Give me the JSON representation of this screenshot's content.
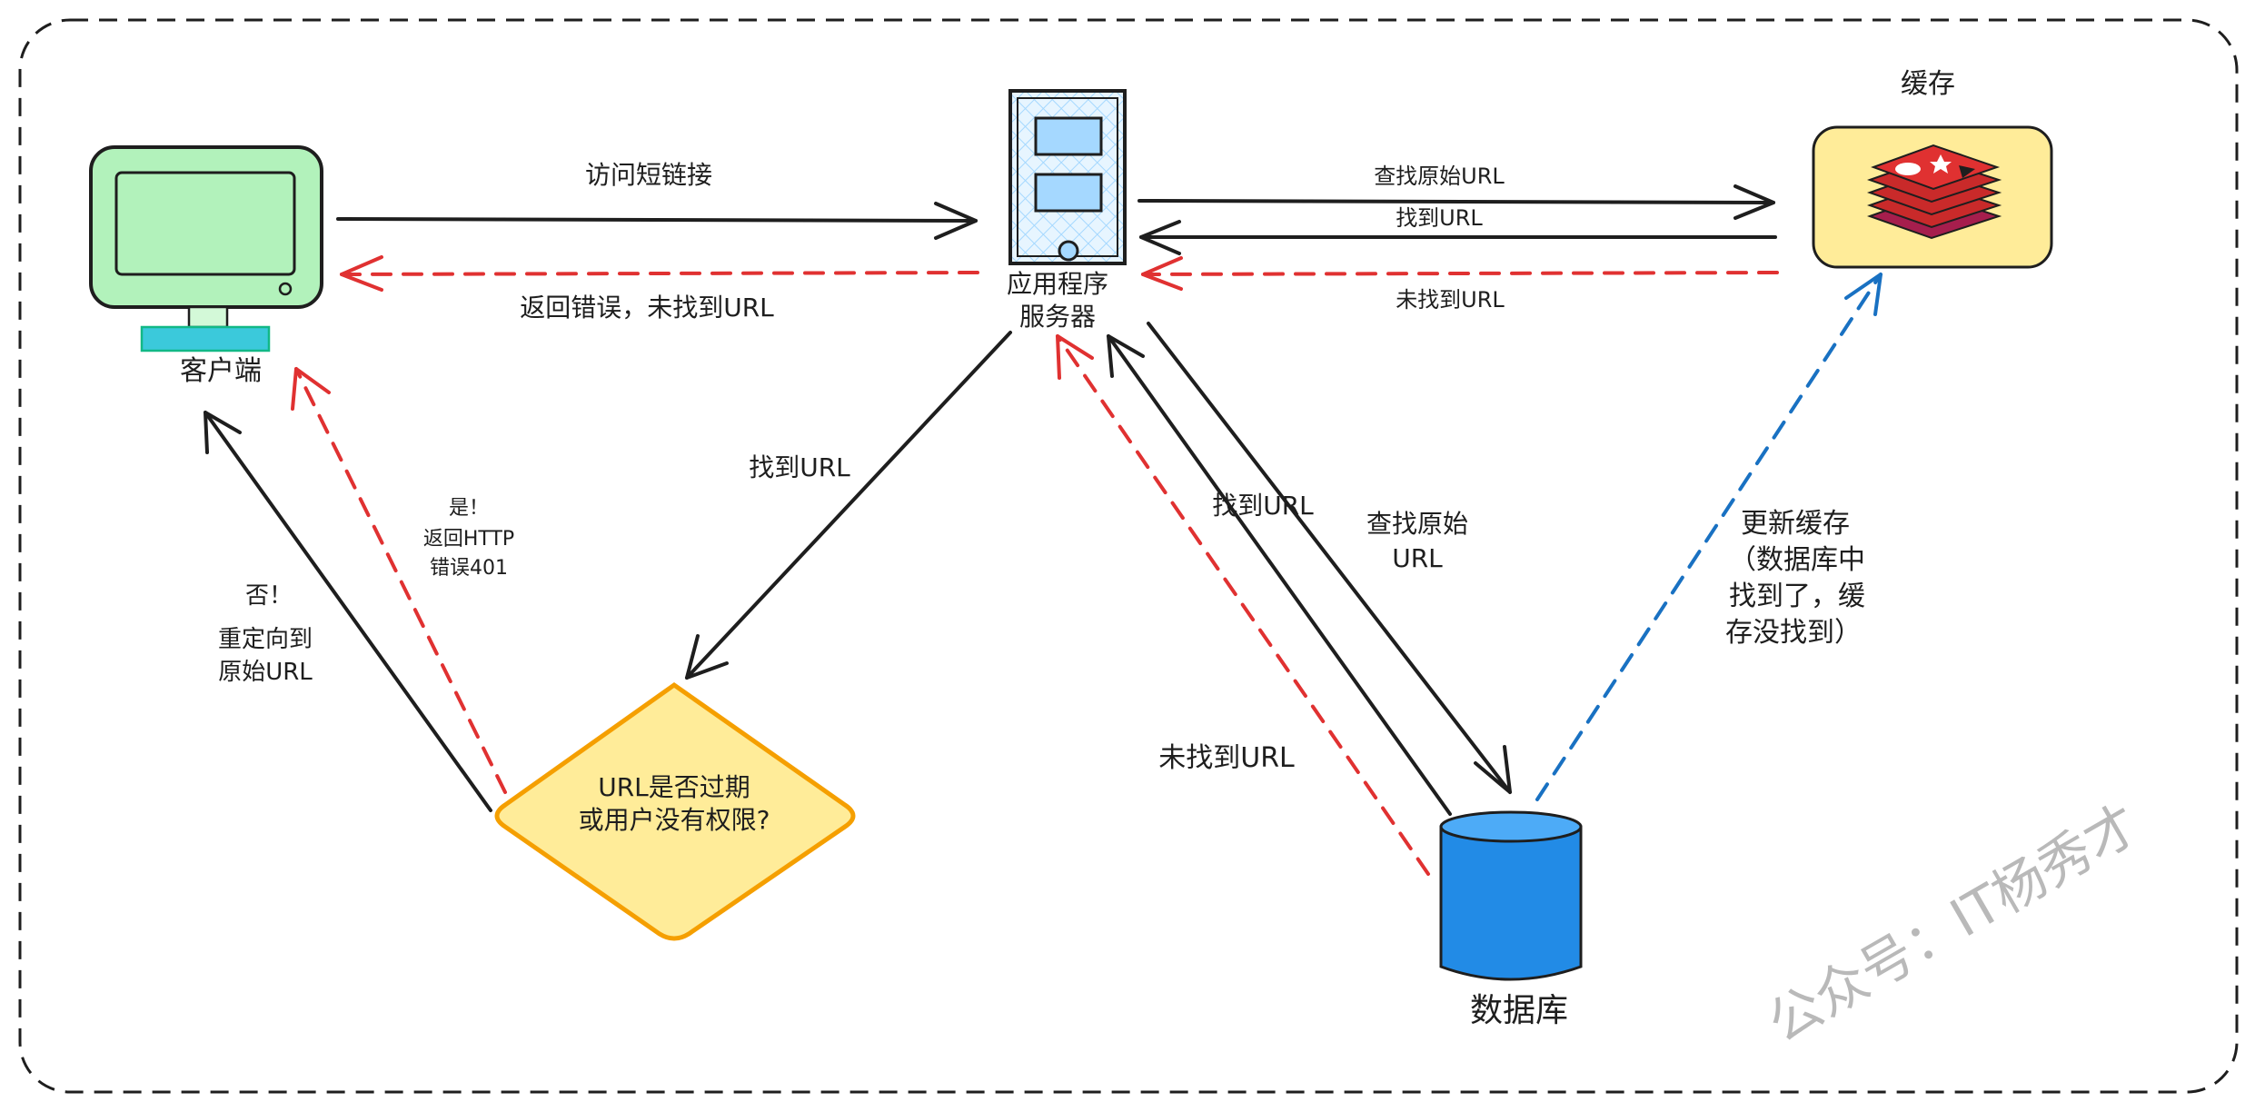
{
  "nodes": {
    "client": "客户端",
    "app_server_line1": "应用程序",
    "app_server_line2": "服务器",
    "cache": "缓存",
    "database": "数据库",
    "decision_line1": "URL是否过期",
    "decision_line2": "或用户没有权限?"
  },
  "edges": {
    "visit_short_link": "访问短链接",
    "return_error": "返回错误，未找到URL",
    "lookup_original_url_cache": "查找原始URL",
    "found_url_cache": "找到URL",
    "not_found_url_cache": "未找到URL",
    "found_url_to_decision": "找到URL",
    "found_url_db": "找到URL",
    "lookup_original_db_line1": "查找原始",
    "lookup_original_db_line2": "URL",
    "not_found_url_db": "未找到URL",
    "update_cache_line1": "更新缓存",
    "update_cache_line2": "（数据库中",
    "update_cache_line3": "找到了，缓",
    "update_cache_line4": "存没找到）",
    "yes_line1": "是！",
    "yes_line2": "返回HTTP",
    "yes_line3": "错误401",
    "no_line1": "否！",
    "no_line2": "重定向到",
    "no_line3": "原始URL"
  },
  "watermark": "公众号：IT杨秀才",
  "colors": {
    "solid_arrow": "#1e1e1e",
    "error_arrow": "#e03131",
    "cache_update_arrow": "#1971c2",
    "client_fill": "#b2f2bb",
    "client_stand": "#3bc9db",
    "server_fill": "#a5d8ff",
    "cache_fill": "#ffec99",
    "redis_red": "#c92a2a",
    "database_fill": "#228be6",
    "decision_fill": "#ffec99",
    "decision_stroke": "#f59f00"
  }
}
